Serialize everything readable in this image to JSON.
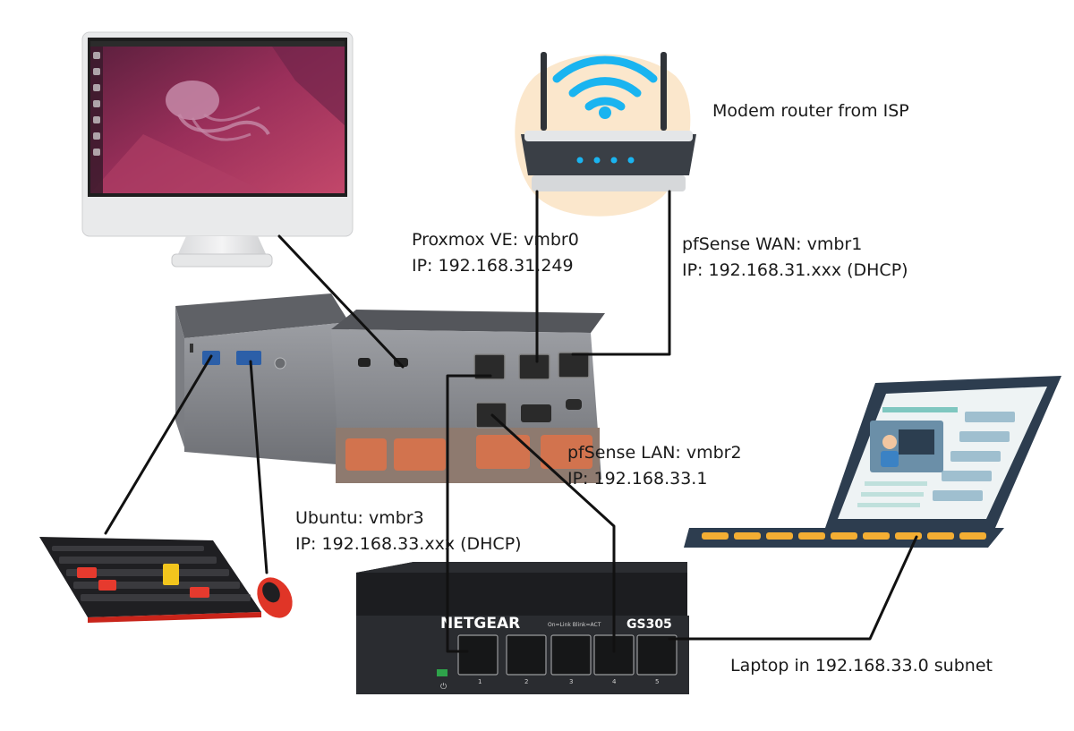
{
  "labels": {
    "router": "Modem router from ISP",
    "proxmox": {
      "line1": "Proxmox VE: vmbr0",
      "line2": "IP: 192.168.31.249"
    },
    "pfsense_wan": {
      "line1": "pfSense WAN: vmbr1",
      "line2": "IP: 192.168.31.xxx (DHCP)"
    },
    "pfsense_lan": {
      "line1": "pfSense LAN: vmbr2",
      "line2": "IP: 192.168.33.1"
    },
    "ubuntu": {
      "line1": "Ubuntu: vmbr3",
      "line2": "IP: 192.168.33.xxx (DHCP)"
    },
    "laptop": "Laptop in 192.168.33.0 subnet"
  },
  "switch": {
    "brand": "NETGEAR",
    "model": "GS305",
    "indicator": "On=Link Blink=ACT",
    "port_numbers": [
      "1",
      "2",
      "3",
      "4",
      "5"
    ]
  },
  "colors": {
    "cable": "#111111",
    "router_blob": "#fbe7cc",
    "wifi": "#1ab4f0",
    "desktop_wallpaper": "#8e2d5c",
    "minipc": "#8a8c90",
    "vents": "#d2734e",
    "keyboard_accent": "#e63a2e",
    "laptop_body": "#2d3d4f",
    "laptop_keys": "#f4ae33"
  }
}
